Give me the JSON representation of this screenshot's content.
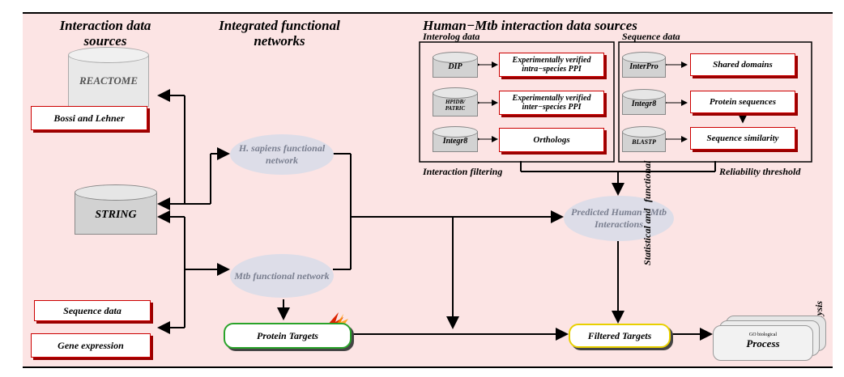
{
  "titles": {
    "interaction_sources": "Interaction data sources",
    "integrated_networks": "Integrated functional networks",
    "human_mtb_sources": "Human−Mtb interaction data sources"
  },
  "left": {
    "reactome": "REACTOME",
    "bossi": "Bossi and Lehner",
    "string": "STRING",
    "sequence_data": "Sequence data",
    "gene_expression": "Gene expression"
  },
  "middle": {
    "hsapiens": "H. sapiens functional network",
    "mtb": "Mtb functional network",
    "protein_targets": "Protein Targets"
  },
  "interolog": {
    "heading": "Interolog data",
    "dip": "DIP",
    "hpidb": "HPIDB/ PATRIC",
    "integr8": "Integr8",
    "exp_intra": "Experimentally verified intra−species PPI",
    "exp_inter": "Experimentally verified inter−species PPI",
    "orthologs": "Orthologs"
  },
  "sequence": {
    "heading": "Sequence data",
    "interpro": "InterPro",
    "integr8": "Integr8",
    "blastp": "BLASTP",
    "shared_domains": "Shared domains",
    "protein_sequences": "Protein sequences",
    "sequence_similarity": "Sequence similarity"
  },
  "filters": {
    "interaction_filtering": "Interaction filtering",
    "reliability_threshold": "Reliability threshold"
  },
  "right": {
    "predicted": "Predicted Human− Mtb Interactions",
    "filtered": "Filtered Targets",
    "statistical": "Statistical and",
    "functional": "functional",
    "analysis": "analysis",
    "go_small": "GO biological",
    "go_process": "Process"
  }
}
